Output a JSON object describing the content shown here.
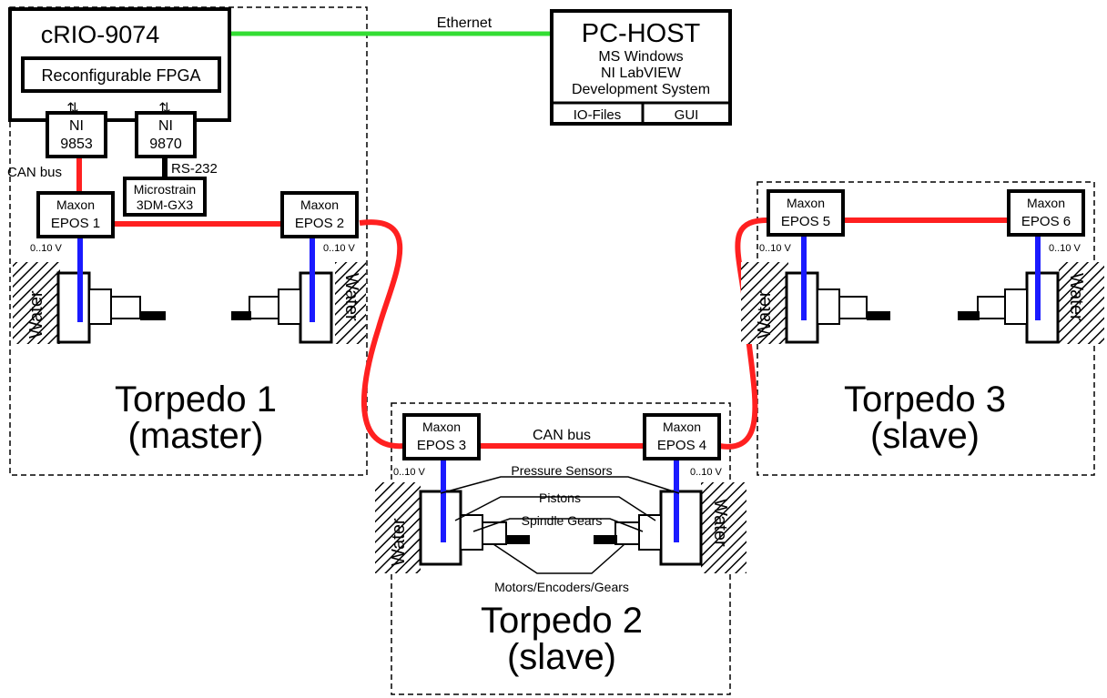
{
  "controller": {
    "title": "cRIO-9074",
    "fpga": "Reconfigurable FPGA",
    "module_a": [
      "NI",
      "9853"
    ],
    "module_b": [
      "NI",
      "9870"
    ]
  },
  "pc_host": {
    "title": "PC-HOST",
    "lines": [
      "MS Windows",
      "NI LabVIEW",
      "Development System"
    ],
    "io_files": "IO-Files",
    "gui": "GUI"
  },
  "links": {
    "ethernet": "Ethernet",
    "can_bus_left": "CAN bus",
    "can_bus_center": "CAN bus",
    "rs232": "RS-232"
  },
  "imu": [
    "Microstrain",
    "3DM-GX3"
  ],
  "epos": [
    {
      "line1": "Maxon",
      "line2": "EPOS 1"
    },
    {
      "line1": "Maxon",
      "line2": "EPOS 2"
    },
    {
      "line1": "Maxon",
      "line2": "EPOS 3"
    },
    {
      "line1": "Maxon",
      "line2": "EPOS 4"
    },
    {
      "line1": "Maxon",
      "line2": "EPOS 5"
    },
    {
      "line1": "Maxon",
      "line2": "EPOS 6"
    }
  ],
  "voltage_label": "0..10 V",
  "water_label": "Water",
  "torpedoes": [
    {
      "name": "Torpedo 1",
      "role": "(master)"
    },
    {
      "name": "Torpedo 2",
      "role": "(slave)"
    },
    {
      "name": "Torpedo 3",
      "role": "(slave)"
    }
  ],
  "annotations": {
    "pressure_sensors": "Pressure Sensors",
    "pistons": "Pistons",
    "spindle_gears": "Spindle Gears",
    "motors": "Motors/Encoders/Gears"
  },
  "colors": {
    "ethernet": "#33dd33",
    "can_bus": "#ff2020",
    "analog": "#1a1aff",
    "serial": "#000000"
  }
}
